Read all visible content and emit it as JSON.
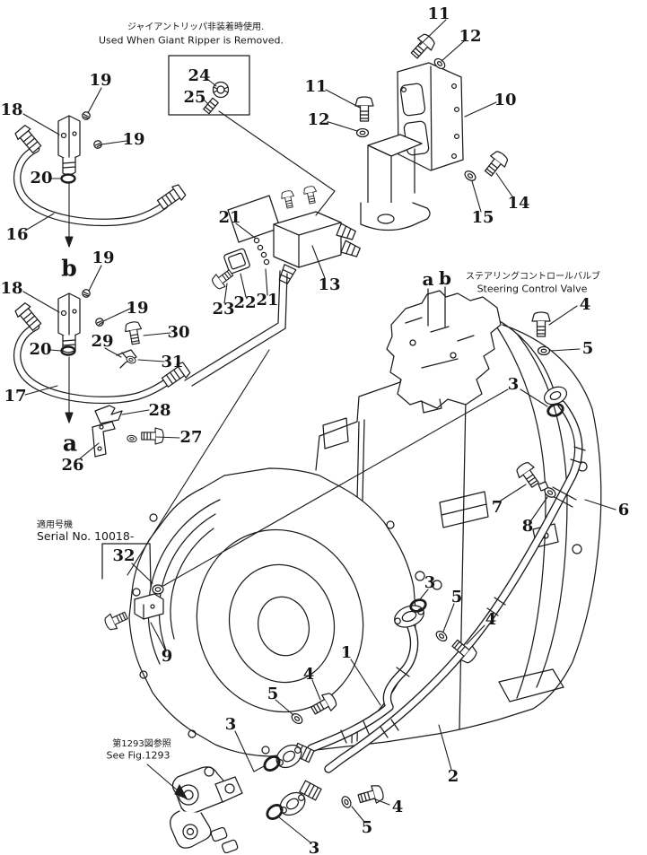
{
  "notes": {
    "ripper_jp": "ジャイアントリッパ非装着時使用.",
    "ripper_en": "Used When Giant Ripper is Removed.",
    "valve_jp": "ステアリングコントロールバルブ",
    "valve_en": "Steering Control Valve",
    "serial_jp": "適用号機",
    "serial_en": "Serial  No.  10018-",
    "figref_jp": "第1293図参照",
    "figref_en": "See Fig.1293"
  },
  "callouts": [
    {
      "t": "11"
    },
    {
      "t": "12"
    },
    {
      "t": "10"
    },
    {
      "t": "11"
    },
    {
      "t": "12"
    },
    {
      "t": "24"
    },
    {
      "t": "25"
    },
    {
      "t": "14"
    },
    {
      "t": "15"
    },
    {
      "t": "19"
    },
    {
      "t": "18"
    },
    {
      "t": "19"
    },
    {
      "t": "20"
    },
    {
      "t": "16"
    },
    {
      "t": "b"
    },
    {
      "t": "19"
    },
    {
      "t": "18"
    },
    {
      "t": "19"
    },
    {
      "t": "30"
    },
    {
      "t": "20"
    },
    {
      "t": "29"
    },
    {
      "t": "31"
    },
    {
      "t": "17"
    },
    {
      "t": "28"
    },
    {
      "t": "27"
    },
    {
      "t": "a"
    },
    {
      "t": "26"
    },
    {
      "t": "21"
    },
    {
      "t": "23"
    },
    {
      "t": "22"
    },
    {
      "t": "21"
    },
    {
      "t": "13"
    },
    {
      "t": "a"
    },
    {
      "t": "b"
    },
    {
      "t": "4"
    },
    {
      "t": "5"
    },
    {
      "t": "3"
    },
    {
      "t": "7"
    },
    {
      "t": "8"
    },
    {
      "t": "6"
    },
    {
      "t": "32"
    },
    {
      "t": "9"
    },
    {
      "t": "3"
    },
    {
      "t": "5"
    },
    {
      "t": "4"
    },
    {
      "t": "1"
    },
    {
      "t": "4"
    },
    {
      "t": "5"
    },
    {
      "t": "3"
    },
    {
      "t": "2"
    },
    {
      "t": "4"
    },
    {
      "t": "5"
    },
    {
      "t": "3"
    }
  ]
}
